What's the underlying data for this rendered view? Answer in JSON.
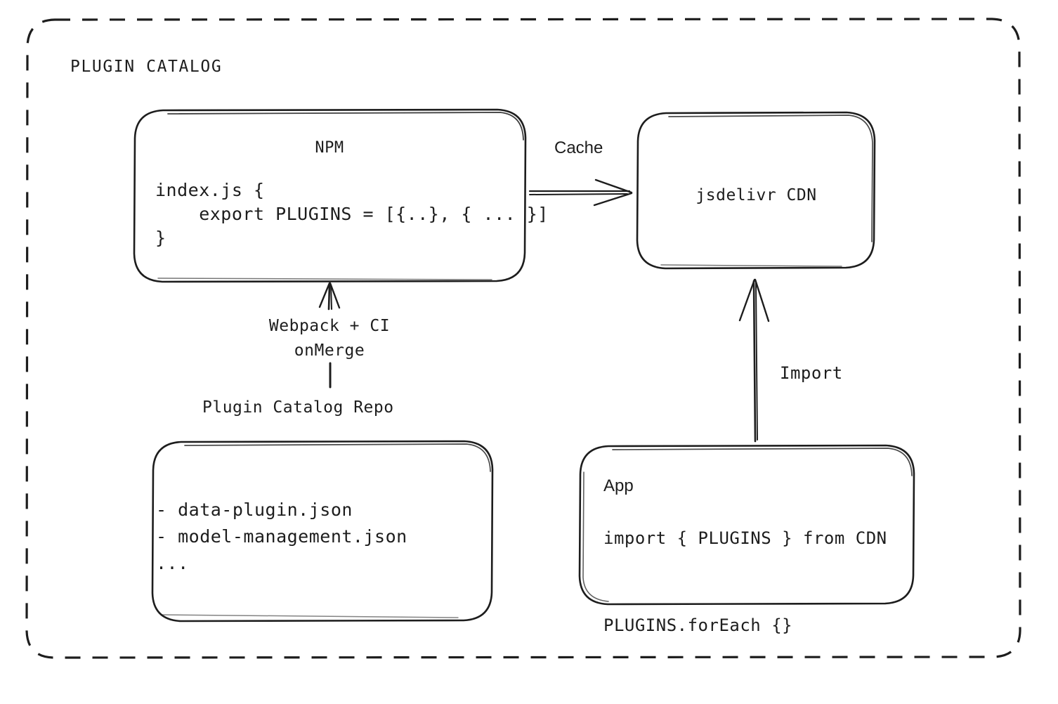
{
  "diagram": {
    "group": {
      "title": "PLUGIN CATALOG",
      "border_style": "dashed",
      "stroke_color": "#1d1d1d"
    },
    "nodes": {
      "npm": {
        "title": "NPM",
        "code": "index.js {\n    export PLUGINS = [{..}, { ... }]\n}"
      },
      "cdn": {
        "title": "jsdelivr CDN"
      },
      "repo": {
        "label": "Plugin Catalog Repo",
        "items": "- data-plugin.json\n- model-management.json\n..."
      },
      "app": {
        "title": "App",
        "code": "import { PLUGINS } from CDN\n\nPLUGINS.forEach {}"
      }
    },
    "edges": {
      "cache": {
        "label": "Cache",
        "from": "npm",
        "to": "cdn",
        "direction": "right"
      },
      "build": {
        "label": "Webpack + CI\nonMerge",
        "from": "repo",
        "to": "npm",
        "direction": "up"
      },
      "import": {
        "label": "Import",
        "from": "app",
        "to": "cdn",
        "direction": "up"
      }
    }
  }
}
